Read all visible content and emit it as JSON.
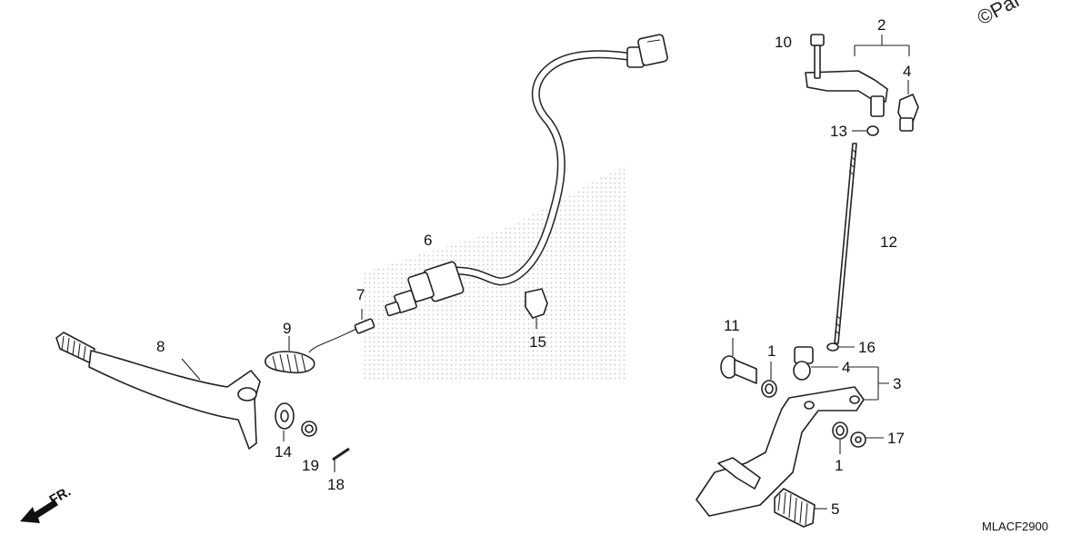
{
  "copyright": "©Par",
  "diagram_code": "MLACF2900",
  "direction_label": "FR.",
  "callouts": {
    "c1a": "1",
    "c1b": "1",
    "c2": "2",
    "c3": "3",
    "c4a": "4",
    "c4b": "4",
    "c5": "5",
    "c6": "6",
    "c7": "7",
    "c8": "8",
    "c9": "9",
    "c10": "10",
    "c11": "11",
    "c12": "12",
    "c13": "13",
    "c14": "14",
    "c15": "15",
    "c16": "16",
    "c17": "17",
    "c18": "18",
    "c19": "19"
  }
}
